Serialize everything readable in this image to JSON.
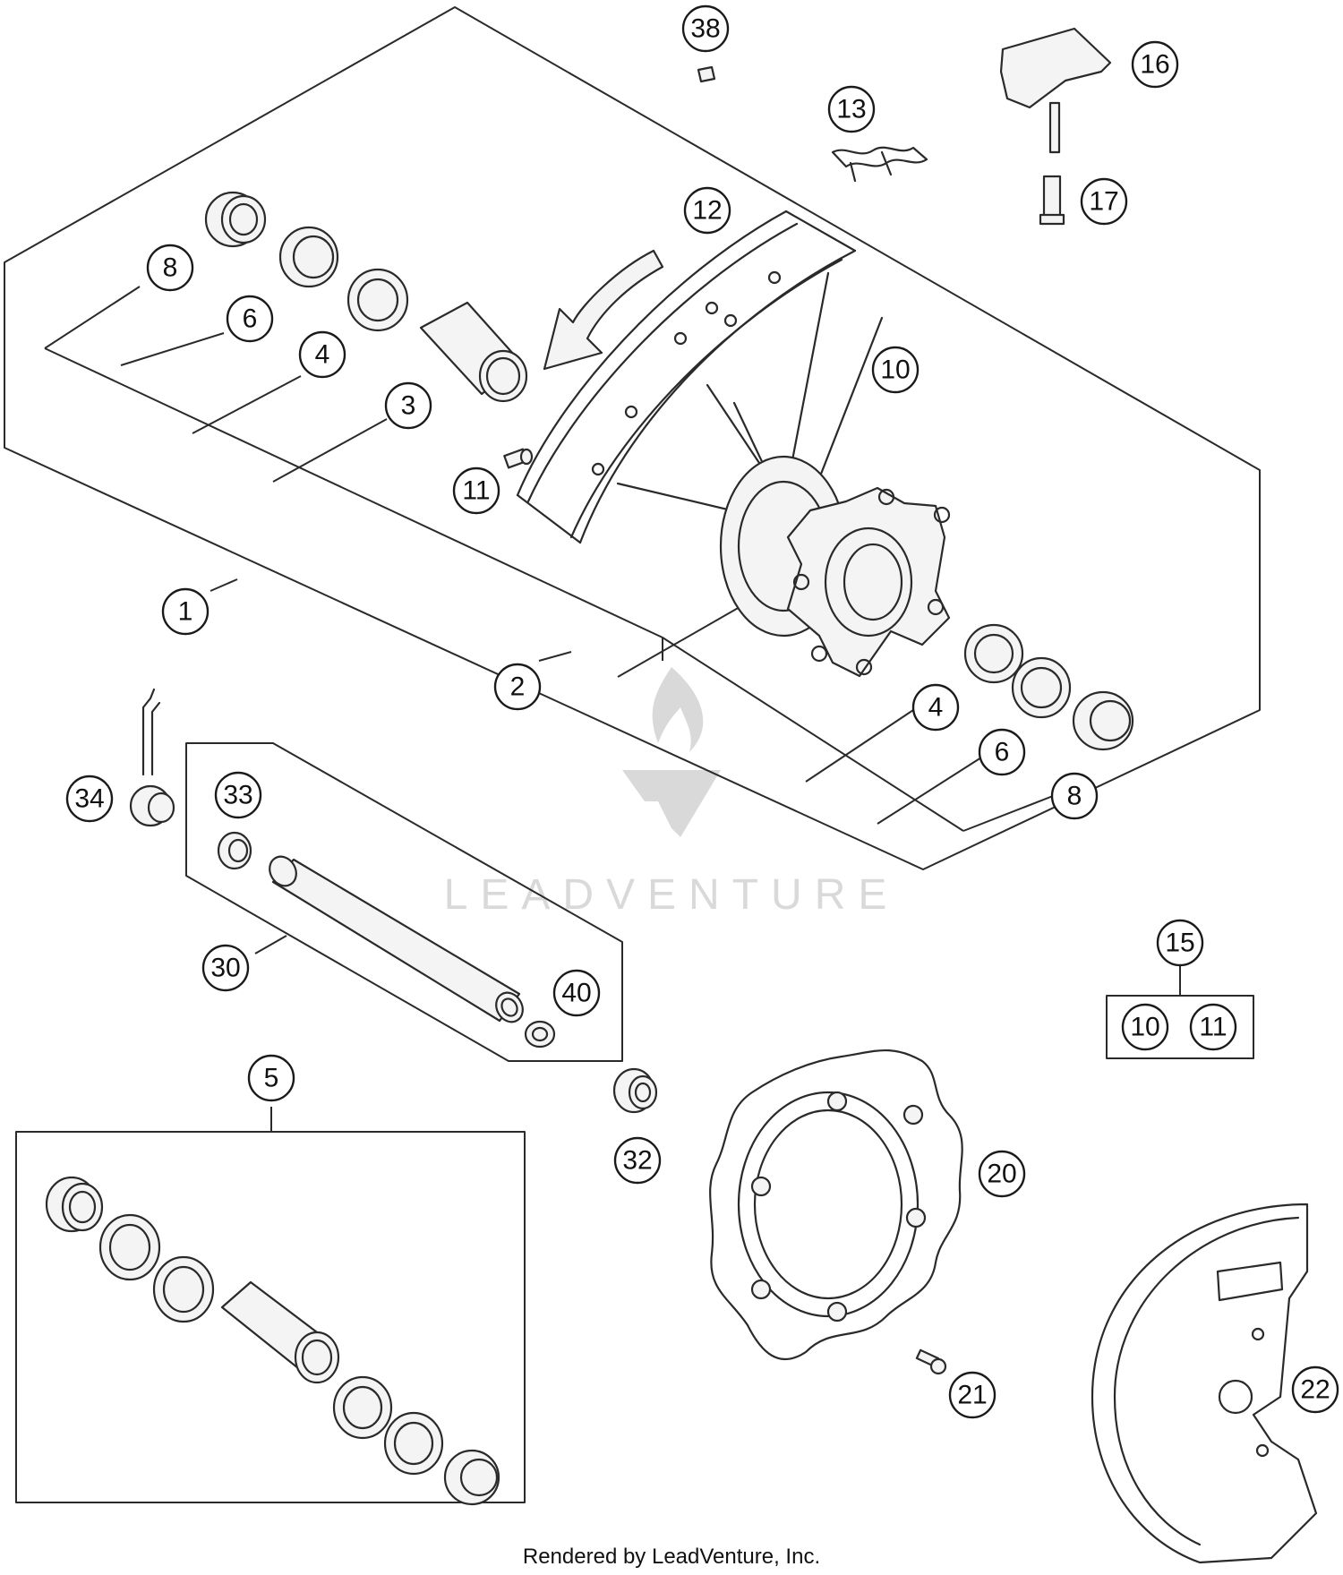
{
  "watermark": {
    "text": "LEADVENTURE"
  },
  "footer": {
    "text": "Rendered by LeadVenture, Inc."
  },
  "callouts": {
    "c1": "1",
    "c2": "2",
    "c3": "3",
    "c4a": "4",
    "c4b": "4",
    "c5": "5",
    "c6a": "6",
    "c6b": "6",
    "c8a": "8",
    "c8b": "8",
    "c10a": "10",
    "c10b": "10",
    "c11a": "11",
    "c11b": "11",
    "c12": "12",
    "c13": "13",
    "c15": "15",
    "c16": "16",
    "c17": "17",
    "c20": "20",
    "c21": "21",
    "c22": "22",
    "c30": "30",
    "c32": "32",
    "c33": "33",
    "c34": "34",
    "c38": "38",
    "c40": "40"
  }
}
